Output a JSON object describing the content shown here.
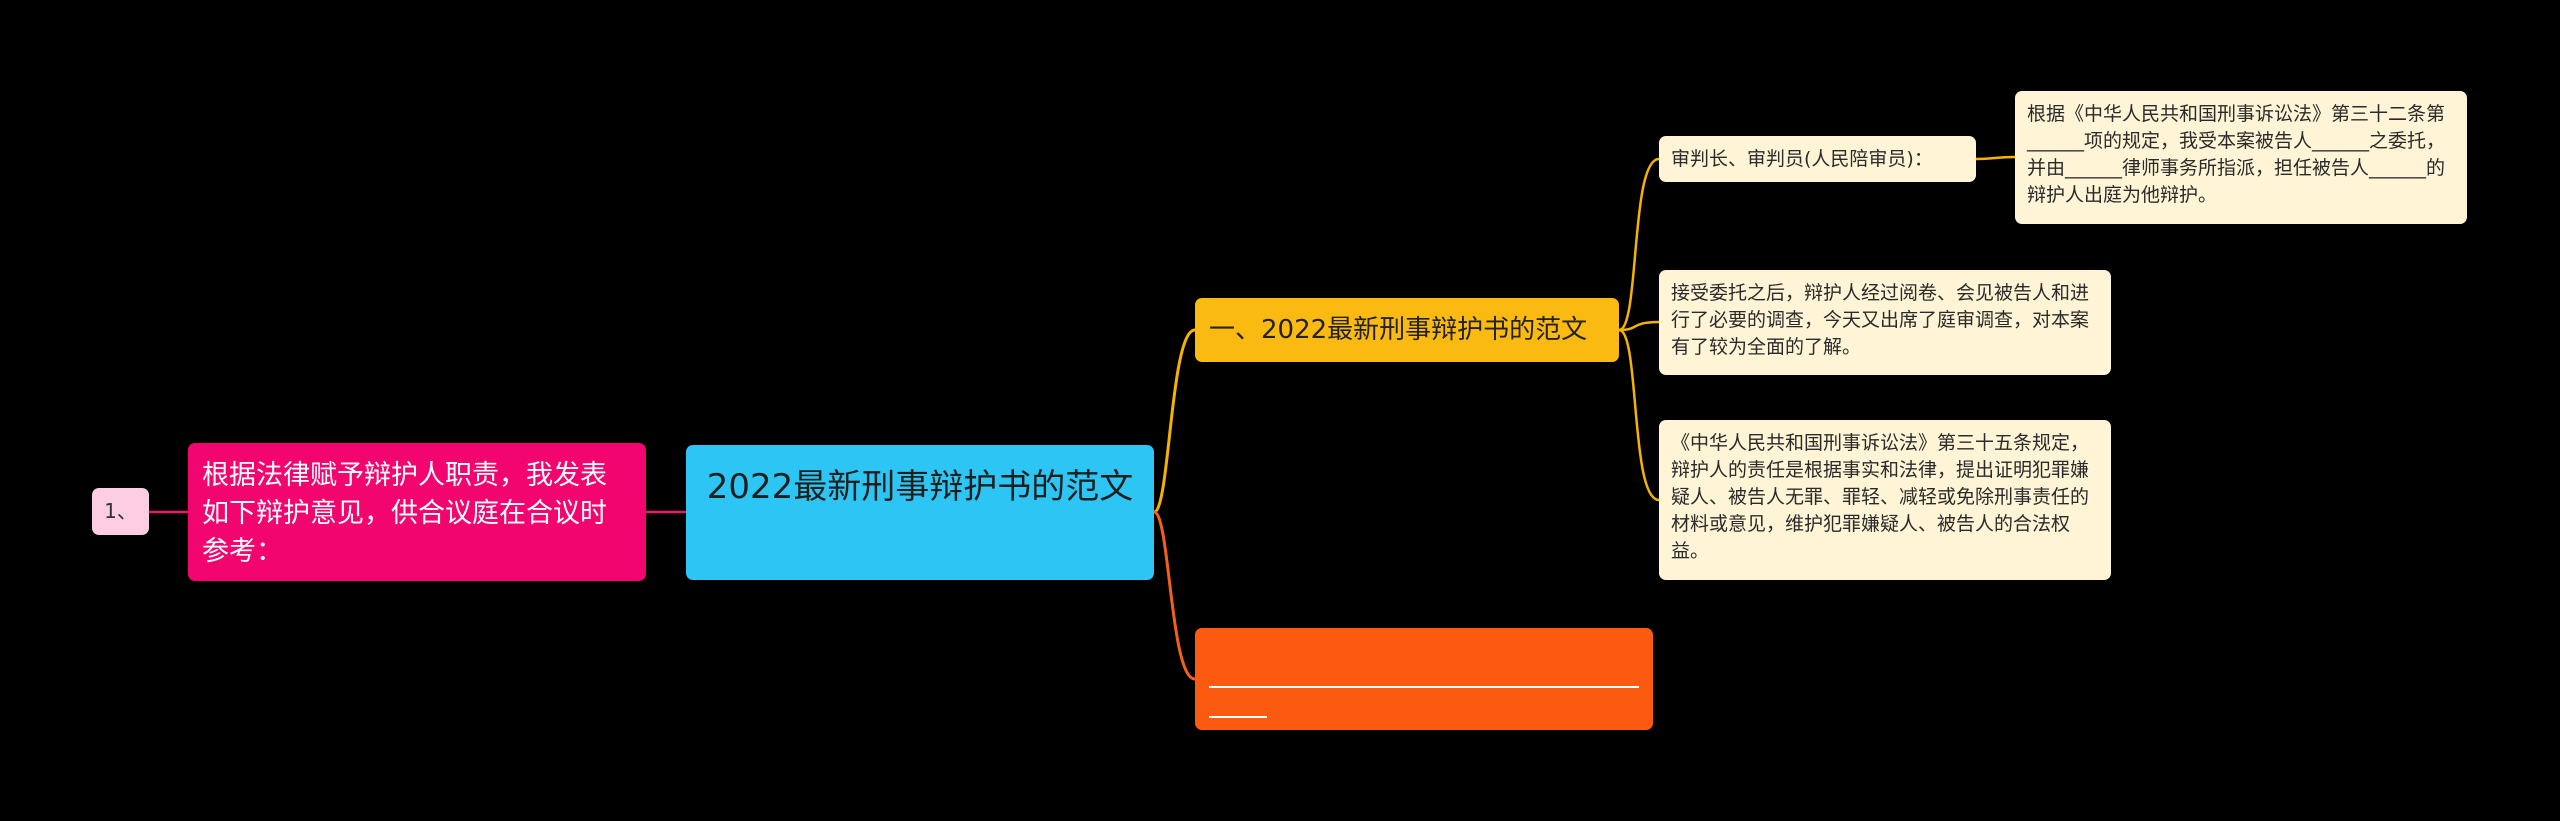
{
  "root": {
    "title": "2022最新刑事辩护书的范文"
  },
  "left_branch": {
    "text": "根据法律赋予辩护人职责，我发表如下辩护意见，供合议庭在合议时参考：",
    "child": {
      "text": "1、"
    }
  },
  "right_branches": [
    {
      "title": "一、2022最新刑事辩护书的范文",
      "children": [
        {
          "text": "审判长、审判员(人民陪审员)：",
          "child": {
            "text": "根据《中华人民共和国刑事诉讼法》第三十二条第______项的规定，我受本案被告人______之委托，并由______律师事务所指派，担任被告人______的辩护人出庭为他辩护。"
          }
        },
        {
          "text": "接受委托之后，辩护人经过阅卷、会见被告人和进行了必要的调查，今天又出席了庭审调查，对本案有了较为全面的了解。"
        },
        {
          "text": "《中华人民共和国刑事诉讼法》第三十五条规定，辩护人的责任是根据事实和法律，提出证明犯罪嫌疑人、被告人无罪、罪轻、减轻或免除刑事责任的材料或意见，维护犯罪嫌疑人、被告人的合法权益。"
        }
      ]
    },
    {
      "title": ""
    }
  ],
  "colors": {
    "background": "#000000",
    "root": "#2DC6F4",
    "left_main": "#F2056E",
    "left_leaf": "#FDCDE4",
    "branch_1": "#FBBA12",
    "branch_2": "#FC5A10",
    "leaf": "#FFF5D6",
    "link_left": "#E8176F",
    "link_right_1": "#F5B300",
    "link_right_2": "#F36019"
  }
}
